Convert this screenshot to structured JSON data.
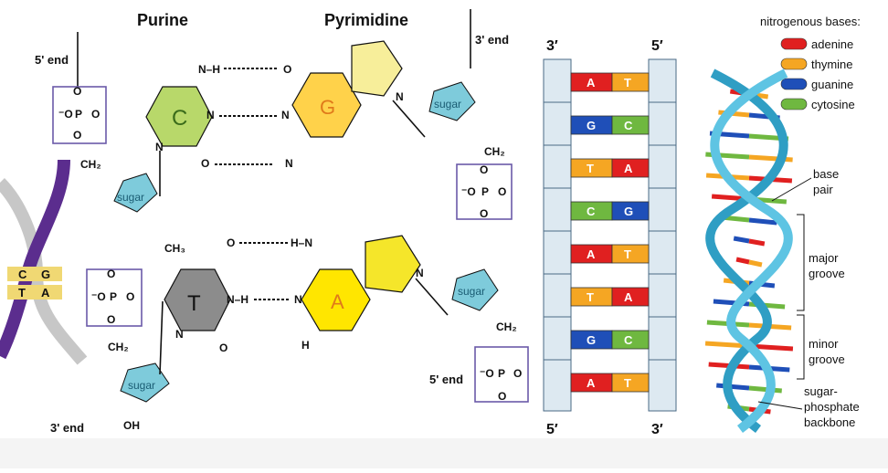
{
  "headers": {
    "purine": "Purine",
    "pyrimidine": "Pyrimidine"
  },
  "ends": {
    "left_top": "5' end",
    "left_bottom": "3' end",
    "right_top": "3' end",
    "right_bottom": "5' end"
  },
  "sugar_label": "sugar",
  "phosphate": {
    "o": "O",
    "p": "P",
    "minus_o": "⁻O"
  },
  "ch2": "CH₂",
  "ch3": "CH₃",
  "bases_left": {
    "C": "C",
    "T": "T"
  },
  "bases_right": {
    "G": "G",
    "A": "A"
  },
  "mini_helix": {
    "row1_left": "C",
    "row1_right": "G",
    "row2_left": "T",
    "row2_right": "A"
  },
  "ladder": {
    "top_left": "3′",
    "top_right": "5′",
    "bottom_left": "5′",
    "bottom_right": "3′",
    "pairs": [
      {
        "left": "A",
        "right": "T"
      },
      {
        "left": "G",
        "right": "C"
      },
      {
        "left": "T",
        "right": "A"
      },
      {
        "left": "C",
        "right": "G"
      },
      {
        "left": "A",
        "right": "T"
      },
      {
        "left": "T",
        "right": "A"
      },
      {
        "left": "G",
        "right": "C"
      },
      {
        "left": "A",
        "right": "T"
      }
    ]
  },
  "legend": {
    "title": "nitrogenous bases:",
    "items": [
      {
        "name": "adenine",
        "color": "#e02020"
      },
      {
        "name": "thymine",
        "color": "#f5a623"
      },
      {
        "name": "guanine",
        "color": "#1f4fb8"
      },
      {
        "name": "cytosine",
        "color": "#6fb840"
      }
    ]
  },
  "helix_labels": {
    "base_pair_1": "base",
    "base_pair_2": "pair",
    "major_1": "major",
    "major_2": "groove",
    "minor_1": "minor",
    "minor_2": "groove",
    "backbone_1": "sugar-",
    "backbone_2": "phosphate",
    "backbone_3": "backbone"
  },
  "colors": {
    "A": "#e02020",
    "T": "#f5a623",
    "G": "#1f4fb8",
    "C": "#6fb840",
    "sugar": "#7ecbdb",
    "cyto_ring": "#b8d86a",
    "guan_ring": "#ffd24a",
    "thy_ring": "#8c8c8c",
    "aden_ring": "#ffe600"
  }
}
